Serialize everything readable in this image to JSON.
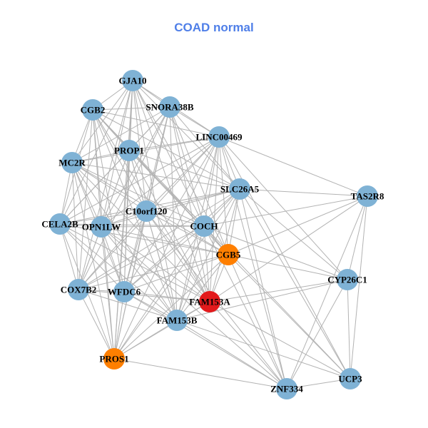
{
  "title": "COAD normal",
  "colors": {
    "title": "#4f7fe8",
    "default_node": "#7fb2d5",
    "highlight_node": "#ff7f00",
    "focus_node": "#e31a1c",
    "edge": "#b3b3b3"
  },
  "nodes": [
    {
      "id": "GJA10",
      "label": "GJA10",
      "group": "default"
    },
    {
      "id": "CGB2",
      "label": "CGB2",
      "group": "default"
    },
    {
      "id": "SNORA38B",
      "label": "SNORA38B",
      "group": "default"
    },
    {
      "id": "LINC00469",
      "label": "LINC00469",
      "group": "default"
    },
    {
      "id": "PROP1",
      "label": "PROP1",
      "group": "default"
    },
    {
      "id": "MC2R",
      "label": "MC2R",
      "group": "default"
    },
    {
      "id": "SLC26A5",
      "label": "SLC26A5",
      "group": "default"
    },
    {
      "id": "TAS2R8",
      "label": "TAS2R8",
      "group": "default"
    },
    {
      "id": "C10orf120",
      "label": "C10orf120",
      "group": "default"
    },
    {
      "id": "CELA2B",
      "label": "CELA2B",
      "group": "default"
    },
    {
      "id": "OPN1LW",
      "label": "OPN1LW",
      "group": "default"
    },
    {
      "id": "COCH",
      "label": "COCH",
      "group": "default"
    },
    {
      "id": "CGB5",
      "label": "CGB5",
      "group": "highlight"
    },
    {
      "id": "CYP26C1",
      "label": "CYP26C1",
      "group": "default"
    },
    {
      "id": "COX7B2",
      "label": "COX7B2",
      "group": "default"
    },
    {
      "id": "WFDC6",
      "label": "WFDC6",
      "group": "default"
    },
    {
      "id": "FAM153A",
      "label": "FAM153A",
      "group": "focus"
    },
    {
      "id": "FAM153B",
      "label": "FAM153B",
      "group": "default"
    },
    {
      "id": "PROS1",
      "label": "PROS1",
      "group": "highlight"
    },
    {
      "id": "ZNF334",
      "label": "ZNF334",
      "group": "default"
    },
    {
      "id": "UCP3",
      "label": "UCP3",
      "group": "default"
    }
  ],
  "edges": [
    [
      "GJA10",
      "CGB2"
    ],
    [
      "GJA10",
      "SNORA38B"
    ],
    [
      "GJA10",
      "LINC00469"
    ],
    [
      "GJA10",
      "PROP1"
    ],
    [
      "GJA10",
      "MC2R"
    ],
    [
      "GJA10",
      "SLC26A5"
    ],
    [
      "GJA10",
      "C10orf120"
    ],
    [
      "GJA10",
      "CELA2B"
    ],
    [
      "GJA10",
      "OPN1LW"
    ],
    [
      "GJA10",
      "COCH"
    ],
    [
      "GJA10",
      "CGB5"
    ],
    [
      "GJA10",
      "COX7B2"
    ],
    [
      "GJA10",
      "WFDC6"
    ],
    [
      "GJA10",
      "FAM153A"
    ],
    [
      "GJA10",
      "FAM153B"
    ],
    [
      "GJA10",
      "PROS1"
    ],
    [
      "CGB2",
      "SNORA38B"
    ],
    [
      "CGB2",
      "LINC00469"
    ],
    [
      "CGB2",
      "PROP1"
    ],
    [
      "CGB2",
      "MC2R"
    ],
    [
      "CGB2",
      "SLC26A5"
    ],
    [
      "CGB2",
      "C10orf120"
    ],
    [
      "CGB2",
      "CELA2B"
    ],
    [
      "CGB2",
      "OPN1LW"
    ],
    [
      "CGB2",
      "COCH"
    ],
    [
      "CGB2",
      "CGB5"
    ],
    [
      "CGB2",
      "COX7B2"
    ],
    [
      "CGB2",
      "WFDC6"
    ],
    [
      "CGB2",
      "FAM153A"
    ],
    [
      "CGB2",
      "FAM153B"
    ],
    [
      "CGB2",
      "PROS1"
    ],
    [
      "SNORA38B",
      "LINC00469"
    ],
    [
      "SNORA38B",
      "PROP1"
    ],
    [
      "SNORA38B",
      "MC2R"
    ],
    [
      "SNORA38B",
      "SLC26A5"
    ],
    [
      "SNORA38B",
      "C10orf120"
    ],
    [
      "SNORA38B",
      "CELA2B"
    ],
    [
      "SNORA38B",
      "OPN1LW"
    ],
    [
      "SNORA38B",
      "COCH"
    ],
    [
      "SNORA38B",
      "CGB5"
    ],
    [
      "SNORA38B",
      "COX7B2"
    ],
    [
      "SNORA38B",
      "WFDC6"
    ],
    [
      "SNORA38B",
      "FAM153A"
    ],
    [
      "SNORA38B",
      "FAM153B"
    ],
    [
      "SNORA38B",
      "PROS1"
    ],
    [
      "LINC00469",
      "PROP1"
    ],
    [
      "LINC00469",
      "MC2R"
    ],
    [
      "LINC00469",
      "SLC26A5"
    ],
    [
      "LINC00469",
      "TAS2R8"
    ],
    [
      "LINC00469",
      "C10orf120"
    ],
    [
      "LINC00469",
      "CELA2B"
    ],
    [
      "LINC00469",
      "OPN1LW"
    ],
    [
      "LINC00469",
      "COCH"
    ],
    [
      "LINC00469",
      "CGB5"
    ],
    [
      "LINC00469",
      "CYP26C1"
    ],
    [
      "LINC00469",
      "COX7B2"
    ],
    [
      "LINC00469",
      "WFDC6"
    ],
    [
      "LINC00469",
      "FAM153A"
    ],
    [
      "LINC00469",
      "FAM153B"
    ],
    [
      "LINC00469",
      "PROS1"
    ],
    [
      "LINC00469",
      "ZNF334"
    ],
    [
      "LINC00469",
      "UCP3"
    ],
    [
      "PROP1",
      "MC2R"
    ],
    [
      "PROP1",
      "SLC26A5"
    ],
    [
      "PROP1",
      "C10orf120"
    ],
    [
      "PROP1",
      "CELA2B"
    ],
    [
      "PROP1",
      "OPN1LW"
    ],
    [
      "PROP1",
      "COCH"
    ],
    [
      "PROP1",
      "CGB5"
    ],
    [
      "PROP1",
      "COX7B2"
    ],
    [
      "PROP1",
      "WFDC6"
    ],
    [
      "PROP1",
      "FAM153A"
    ],
    [
      "PROP1",
      "FAM153B"
    ],
    [
      "PROP1",
      "PROS1"
    ],
    [
      "MC2R",
      "SLC26A5"
    ],
    [
      "MC2R",
      "C10orf120"
    ],
    [
      "MC2R",
      "CELA2B"
    ],
    [
      "MC2R",
      "OPN1LW"
    ],
    [
      "MC2R",
      "COCH"
    ],
    [
      "MC2R",
      "CGB5"
    ],
    [
      "MC2R",
      "COX7B2"
    ],
    [
      "MC2R",
      "WFDC6"
    ],
    [
      "MC2R",
      "FAM153A"
    ],
    [
      "MC2R",
      "FAM153B"
    ],
    [
      "MC2R",
      "PROS1"
    ],
    [
      "SLC26A5",
      "TAS2R8"
    ],
    [
      "SLC26A5",
      "C10orf120"
    ],
    [
      "SLC26A5",
      "CELA2B"
    ],
    [
      "SLC26A5",
      "OPN1LW"
    ],
    [
      "SLC26A5",
      "COCH"
    ],
    [
      "SLC26A5",
      "CGB5"
    ],
    [
      "SLC26A5",
      "CYP26C1"
    ],
    [
      "SLC26A5",
      "COX7B2"
    ],
    [
      "SLC26A5",
      "WFDC6"
    ],
    [
      "SLC26A5",
      "FAM153A"
    ],
    [
      "SLC26A5",
      "FAM153B"
    ],
    [
      "SLC26A5",
      "PROS1"
    ],
    [
      "SLC26A5",
      "ZNF334"
    ],
    [
      "SLC26A5",
      "UCP3"
    ],
    [
      "TAS2R8",
      "COCH"
    ],
    [
      "TAS2R8",
      "CGB5"
    ],
    [
      "TAS2R8",
      "CYP26C1"
    ],
    [
      "TAS2R8",
      "FAM153A"
    ],
    [
      "TAS2R8",
      "ZNF334"
    ],
    [
      "TAS2R8",
      "UCP3"
    ],
    [
      "C10orf120",
      "CELA2B"
    ],
    [
      "C10orf120",
      "OPN1LW"
    ],
    [
      "C10orf120",
      "COCH"
    ],
    [
      "C10orf120",
      "CGB5"
    ],
    [
      "C10orf120",
      "COX7B2"
    ],
    [
      "C10orf120",
      "WFDC6"
    ],
    [
      "C10orf120",
      "FAM153A"
    ],
    [
      "C10orf120",
      "FAM153B"
    ],
    [
      "C10orf120",
      "PROS1"
    ],
    [
      "C10orf120",
      "ZNF334"
    ],
    [
      "CELA2B",
      "OPN1LW"
    ],
    [
      "CELA2B",
      "COCH"
    ],
    [
      "CELA2B",
      "CGB5"
    ],
    [
      "CELA2B",
      "COX7B2"
    ],
    [
      "CELA2B",
      "WFDC6"
    ],
    [
      "CELA2B",
      "FAM153A"
    ],
    [
      "CELA2B",
      "FAM153B"
    ],
    [
      "CELA2B",
      "PROS1"
    ],
    [
      "OPN1LW",
      "COCH"
    ],
    [
      "OPN1LW",
      "CGB5"
    ],
    [
      "OPN1LW",
      "COX7B2"
    ],
    [
      "OPN1LW",
      "WFDC6"
    ],
    [
      "OPN1LW",
      "FAM153A"
    ],
    [
      "OPN1LW",
      "FAM153B"
    ],
    [
      "OPN1LW",
      "PROS1"
    ],
    [
      "OPN1LW",
      "ZNF334"
    ],
    [
      "COCH",
      "CGB5"
    ],
    [
      "COCH",
      "CYP26C1"
    ],
    [
      "COCH",
      "COX7B2"
    ],
    [
      "COCH",
      "WFDC6"
    ],
    [
      "COCH",
      "FAM153A"
    ],
    [
      "COCH",
      "FAM153B"
    ],
    [
      "COCH",
      "PROS1"
    ],
    [
      "COCH",
      "ZNF334"
    ],
    [
      "COCH",
      "UCP3"
    ],
    [
      "CGB5",
      "CYP26C1"
    ],
    [
      "CGB5",
      "COX7B2"
    ],
    [
      "CGB5",
      "WFDC6"
    ],
    [
      "CGB5",
      "FAM153A"
    ],
    [
      "CGB5",
      "FAM153B"
    ],
    [
      "CGB5",
      "PROS1"
    ],
    [
      "CGB5",
      "ZNF334"
    ],
    [
      "CGB5",
      "UCP3"
    ],
    [
      "CYP26C1",
      "FAM153A"
    ],
    [
      "CYP26C1",
      "FAM153B"
    ],
    [
      "CYP26C1",
      "ZNF334"
    ],
    [
      "CYP26C1",
      "UCP3"
    ],
    [
      "COX7B2",
      "WFDC6"
    ],
    [
      "COX7B2",
      "FAM153A"
    ],
    [
      "COX7B2",
      "FAM153B"
    ],
    [
      "COX7B2",
      "PROS1"
    ],
    [
      "WFDC6",
      "FAM153A"
    ],
    [
      "WFDC6",
      "FAM153B"
    ],
    [
      "WFDC6",
      "PROS1"
    ],
    [
      "WFDC6",
      "ZNF334"
    ],
    [
      "FAM153A",
      "FAM153B"
    ],
    [
      "FAM153A",
      "PROS1"
    ],
    [
      "FAM153A",
      "ZNF334"
    ],
    [
      "FAM153A",
      "UCP3"
    ],
    [
      "FAM153B",
      "PROS1"
    ],
    [
      "FAM153B",
      "ZNF334"
    ],
    [
      "FAM153B",
      "UCP3"
    ],
    [
      "PROS1",
      "ZNF334"
    ],
    [
      "ZNF334",
      "UCP3"
    ]
  ]
}
